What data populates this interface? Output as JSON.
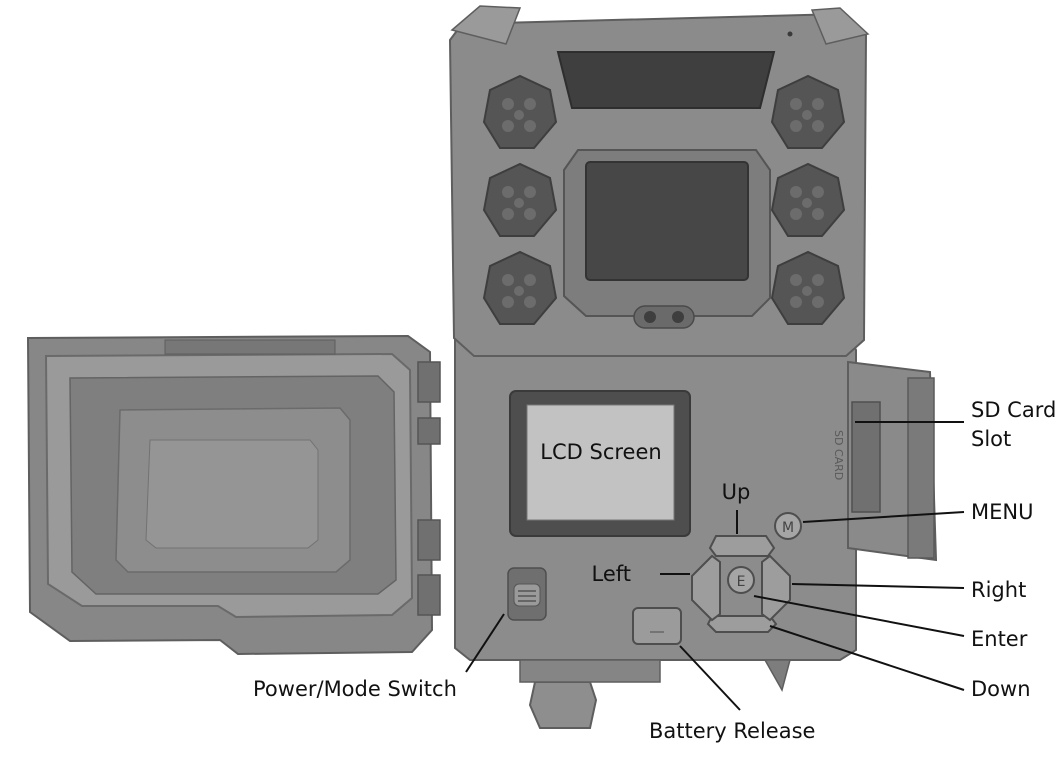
{
  "labels": {
    "lcd_screen": "LCD Screen",
    "sd_card_slot_line1": "SD Card",
    "sd_card_slot_line2": "Slot",
    "menu": "MENU",
    "up": "Up",
    "left": "Left",
    "right": "Right",
    "enter": "Enter",
    "down": "Down",
    "power_mode_switch": "Power/Mode Switch",
    "battery_release": "Battery Release"
  },
  "button_glyphs": {
    "menu": "M",
    "enter": "E"
  },
  "side_text": "SD CARD",
  "colors": {
    "body": "#8a8a8a",
    "body_dark": "#6e6e6e",
    "body_light": "#9c9c9c",
    "lens": "#4a4a4a",
    "lcd": "#c4c4c4",
    "ink": "#111111"
  }
}
